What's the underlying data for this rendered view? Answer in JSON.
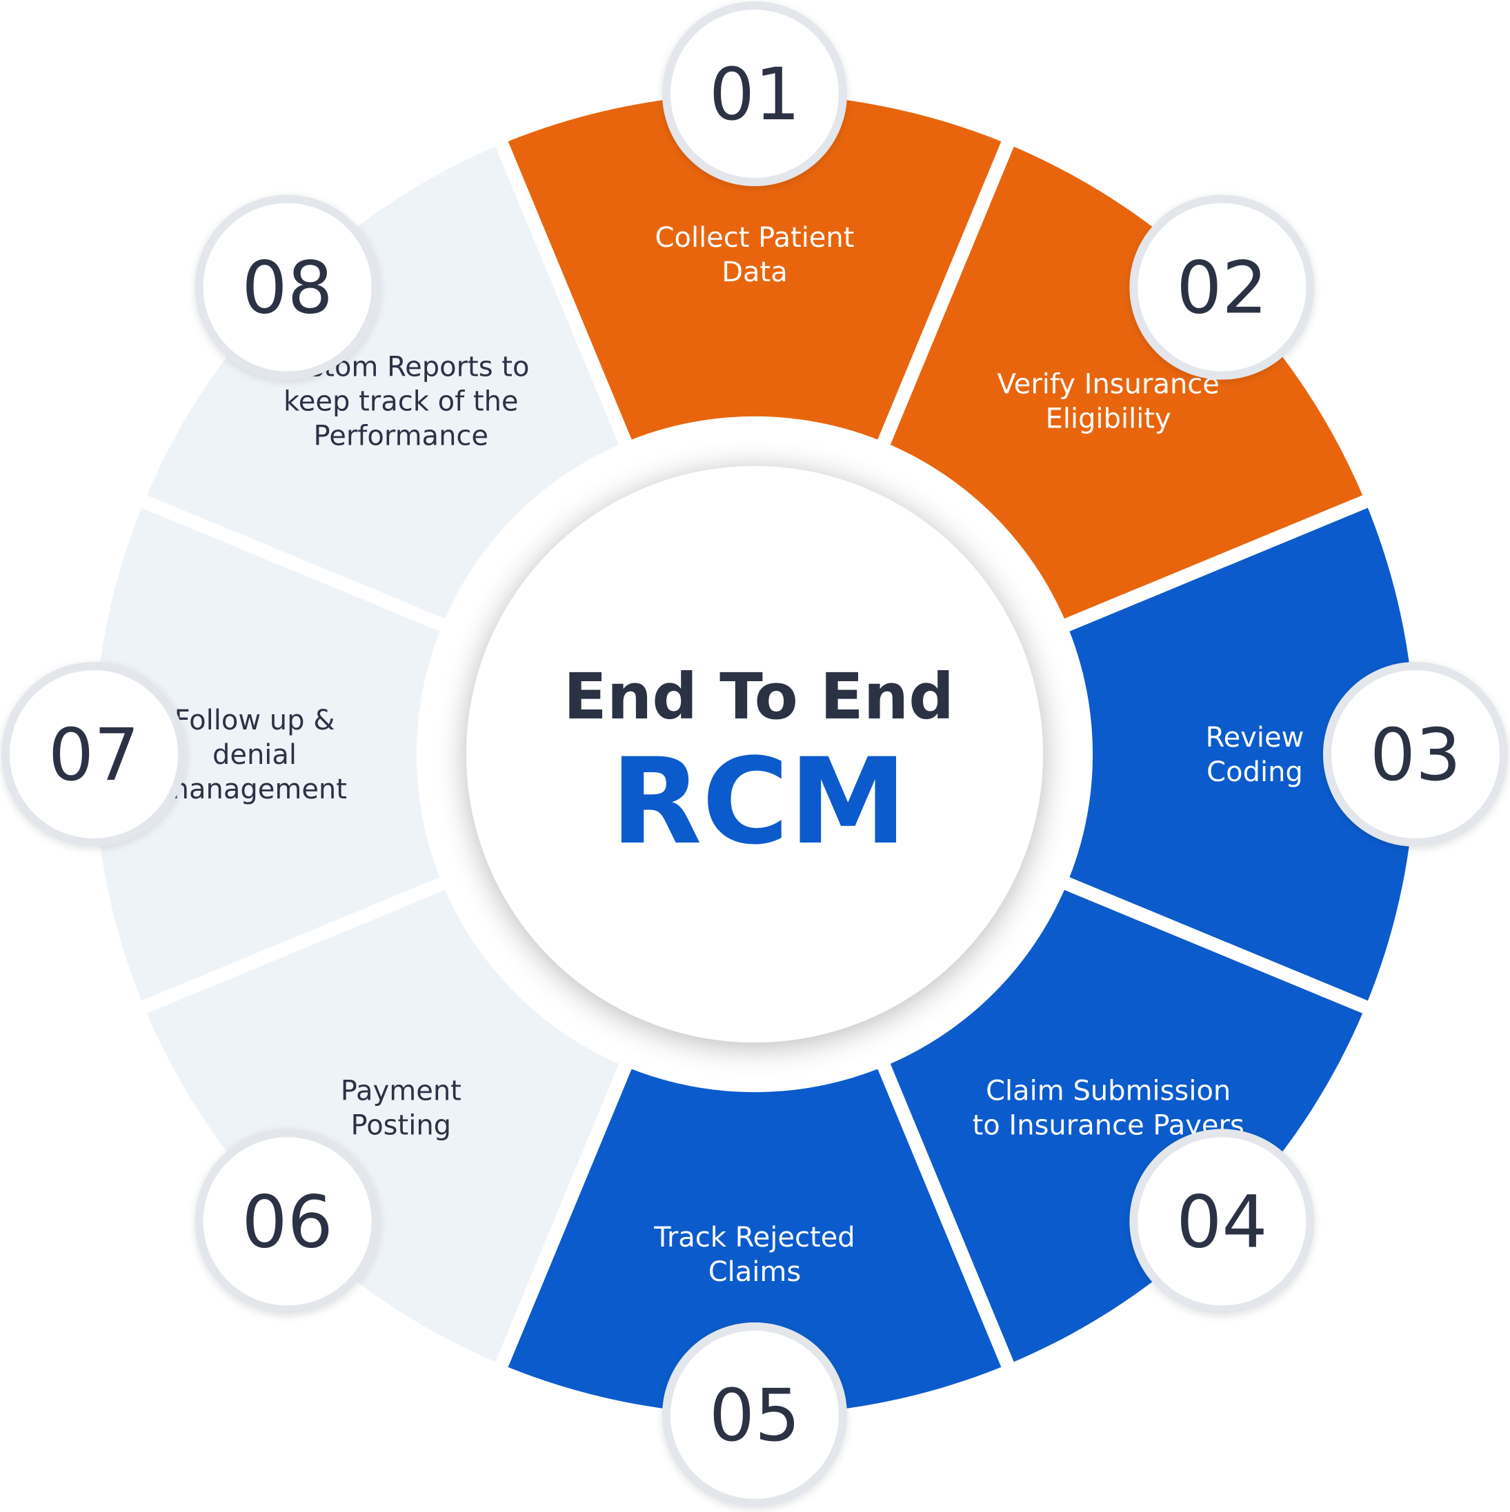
{
  "center": {
    "title_line1": "End To End",
    "title_line2": "RCM"
  },
  "steps": [
    {
      "number": "01",
      "lines": [
        "Collect Patient",
        "Data"
      ],
      "color": "#E8650D",
      "text_color": "#ffffff"
    },
    {
      "number": "02",
      "lines": [
        "Verify Insurance",
        "Eligibility"
      ],
      "color": "#E8650D",
      "text_color": "#ffffff"
    },
    {
      "number": "03",
      "lines": [
        "Review",
        "Coding"
      ],
      "color": "#0B5BCC",
      "text_color": "#ffffff"
    },
    {
      "number": "04",
      "lines": [
        "Claim Submission",
        "to Insurance Payers"
      ],
      "color": "#0B5BCC",
      "text_color": "#ffffff"
    },
    {
      "number": "05",
      "lines": [
        "Track Rejected",
        "Claims"
      ],
      "color": "#0B5BCC",
      "text_color": "#ffffff"
    },
    {
      "number": "06",
      "lines": [
        "Payment",
        "Posting"
      ],
      "color": "#EEF3F8",
      "text_color": "#2B3244"
    },
    {
      "number": "07",
      "lines": [
        "Follow up &",
        "denial",
        "management"
      ],
      "color": "#EEF3F8",
      "text_color": "#2B3244"
    },
    {
      "number": "08",
      "lines": [
        "Custom Reports to",
        "keep track of the",
        "Performance"
      ],
      "color": "#EEF3F8",
      "text_color": "#2B3244"
    }
  ],
  "colors": {
    "orange": "#E8650D",
    "blue": "#0B5BCC",
    "light": "#EEF3F8",
    "dark_text": "#2B3244",
    "title_dark": "#2B3244",
    "title_blue": "#0B5BCC",
    "badge_ring": "#E3E6EB"
  }
}
